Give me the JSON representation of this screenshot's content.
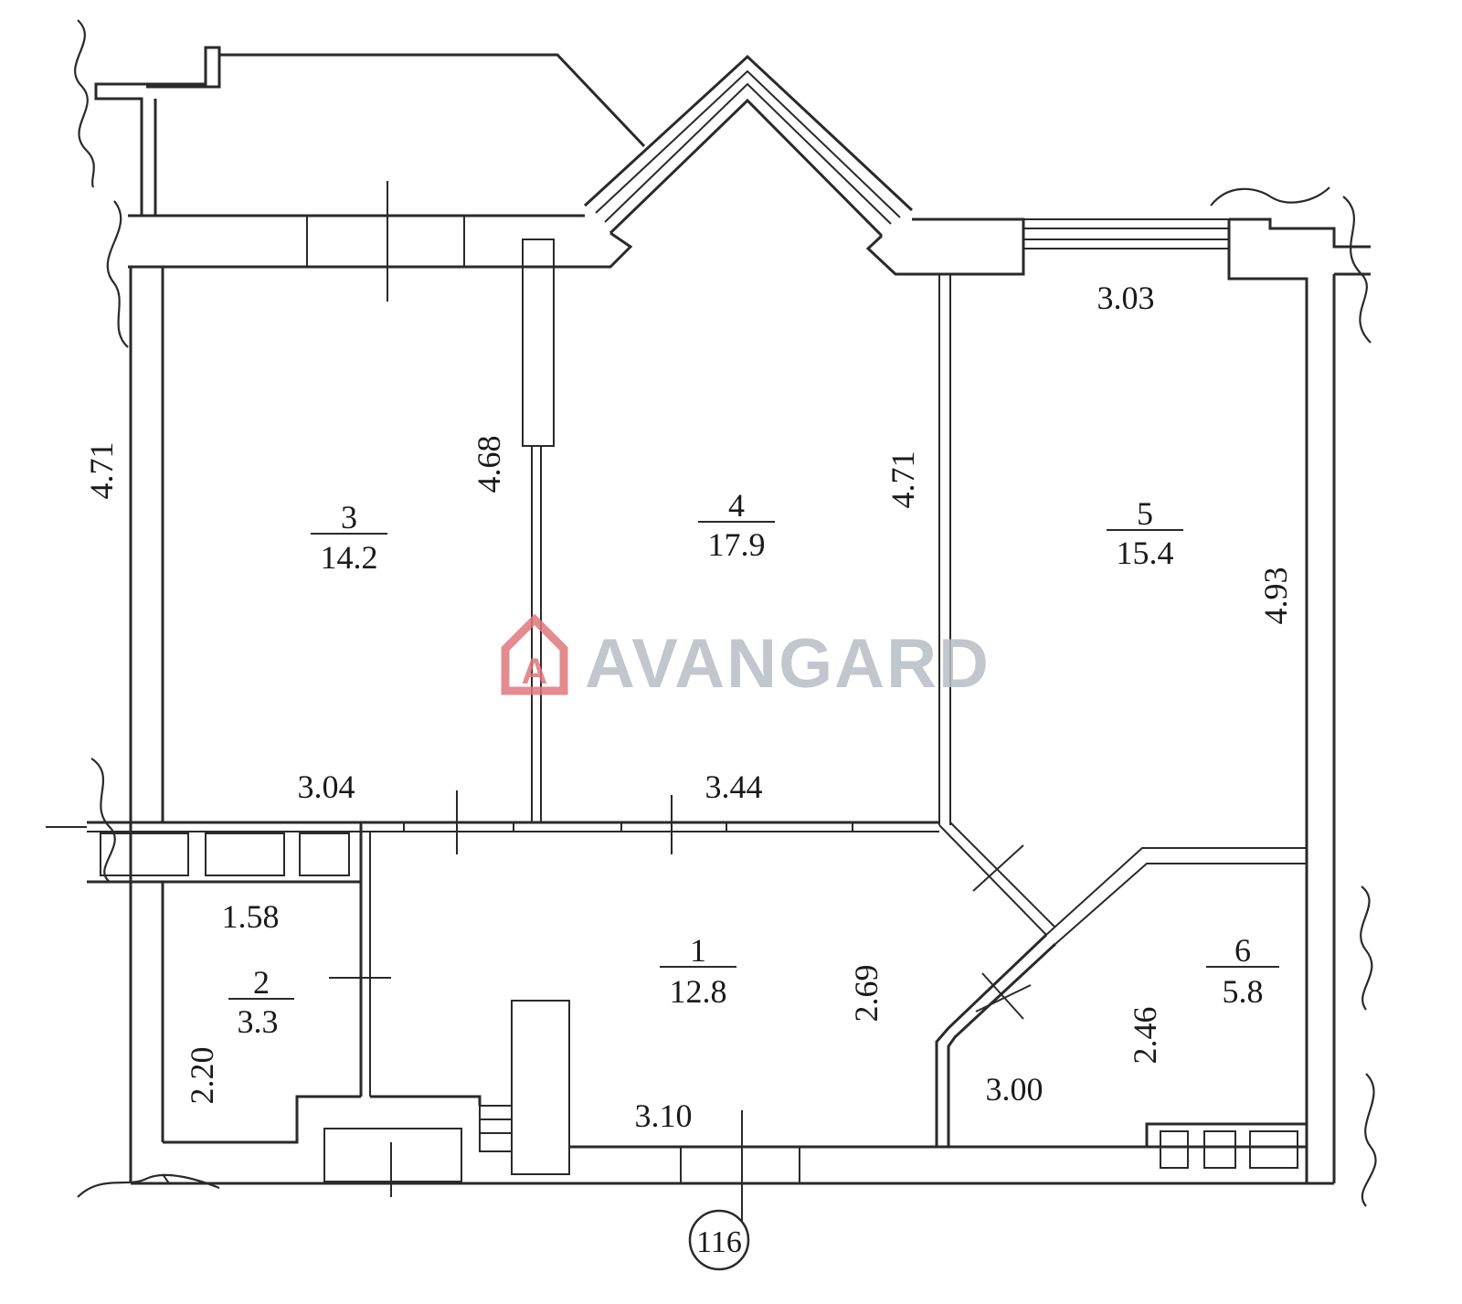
{
  "rooms": [
    {
      "number": "1",
      "area": "12.8"
    },
    {
      "number": "2",
      "area": "3.3"
    },
    {
      "number": "3",
      "area": "14.2"
    },
    {
      "number": "4",
      "area": "17.9"
    },
    {
      "number": "5",
      "area": "15.4"
    },
    {
      "number": "6",
      "area": "5.8"
    }
  ],
  "dimensions": {
    "left_outer": "4.71",
    "room3_right": "4.68",
    "room4_right": "4.71",
    "room5_right": "4.93",
    "room5_top": "3.03",
    "room3_bottom": "3.04",
    "room4_bottom": "3.44",
    "room2_top": "1.58",
    "room2_left": "2.20",
    "room1_bottom": "3.10",
    "room1_right": "2.69",
    "room6_bottom": "3.00",
    "room6_left": "2.46"
  },
  "axis_marker": "116",
  "watermark": {
    "text": "AVANGARD",
    "logo_letter": "A",
    "logo_color": "#e0777d",
    "text_color": "#b7bec5"
  }
}
